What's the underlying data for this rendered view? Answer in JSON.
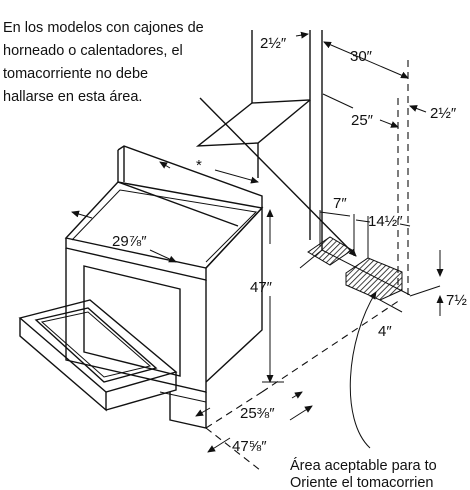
{
  "note_top": {
    "lines": [
      "En los modelos con cajones de",
      "horneado o calentadores, el",
      "tomacorriente no debe",
      "hallarse en esta área."
    ]
  },
  "note_bottom": {
    "lines": [
      "Área aceptable para to",
      "Oriente el tomacorrien"
    ]
  },
  "dims": {
    "d_2half_top": "2½″",
    "d_30": "30″",
    "d_25": "25″",
    "d_2half_right": "2½″",
    "d_7": "7″",
    "d_14half": "14½″",
    "d_7half": "7½",
    "d_4": "4″",
    "d_star": "*",
    "d_29_7_8": "29⅞″",
    "d_47": "47″",
    "d_25_3_8": "25⅜″",
    "d_47_5_8": "47⅝″"
  }
}
